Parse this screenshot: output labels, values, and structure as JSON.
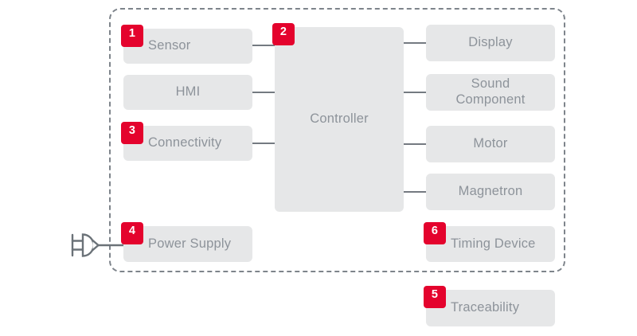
{
  "diagram_title": "appliance-system-block-diagram",
  "colors": {
    "background": "#ffffff",
    "box_fill": "#e6e7e8",
    "label_gray": "#8d939a",
    "badge_red": "#e4032d",
    "badge_text": "#ffffff",
    "line_gray": "#747a81",
    "border_gray": "#7e848b"
  },
  "boundary": {
    "style": "dashed",
    "shape": "rounded-rectangle"
  },
  "icons": {
    "plug": "power-plug-icon"
  },
  "nodes": {
    "sensor": {
      "label": "Sensor",
      "badge": "1"
    },
    "hmi": {
      "label": "HMI"
    },
    "connectivity": {
      "label": "Connectivity",
      "badge": "3"
    },
    "power_supply": {
      "label": "Power Supply",
      "badge": "4"
    },
    "controller": {
      "label": "Controller",
      "badge": "2"
    },
    "display": {
      "label": "Display"
    },
    "sound_component": {
      "label": "Sound Component"
    },
    "motor": {
      "label": "Motor"
    },
    "magnetron": {
      "label": "Magnetron"
    },
    "timing_device": {
      "label": "Timing Device",
      "badge": "6"
    },
    "traceability": {
      "label": "Traceability",
      "badge": "5"
    }
  },
  "connections": [
    {
      "from": "sensor",
      "to": "controller"
    },
    {
      "from": "hmi",
      "to": "controller"
    },
    {
      "from": "connectivity",
      "to": "controller"
    },
    {
      "from": "controller",
      "to": "display"
    },
    {
      "from": "controller",
      "to": "sound_component"
    },
    {
      "from": "controller",
      "to": "motor"
    },
    {
      "from": "controller",
      "to": "magnetron"
    },
    {
      "from": "mains_plug",
      "to": "power_supply"
    }
  ]
}
